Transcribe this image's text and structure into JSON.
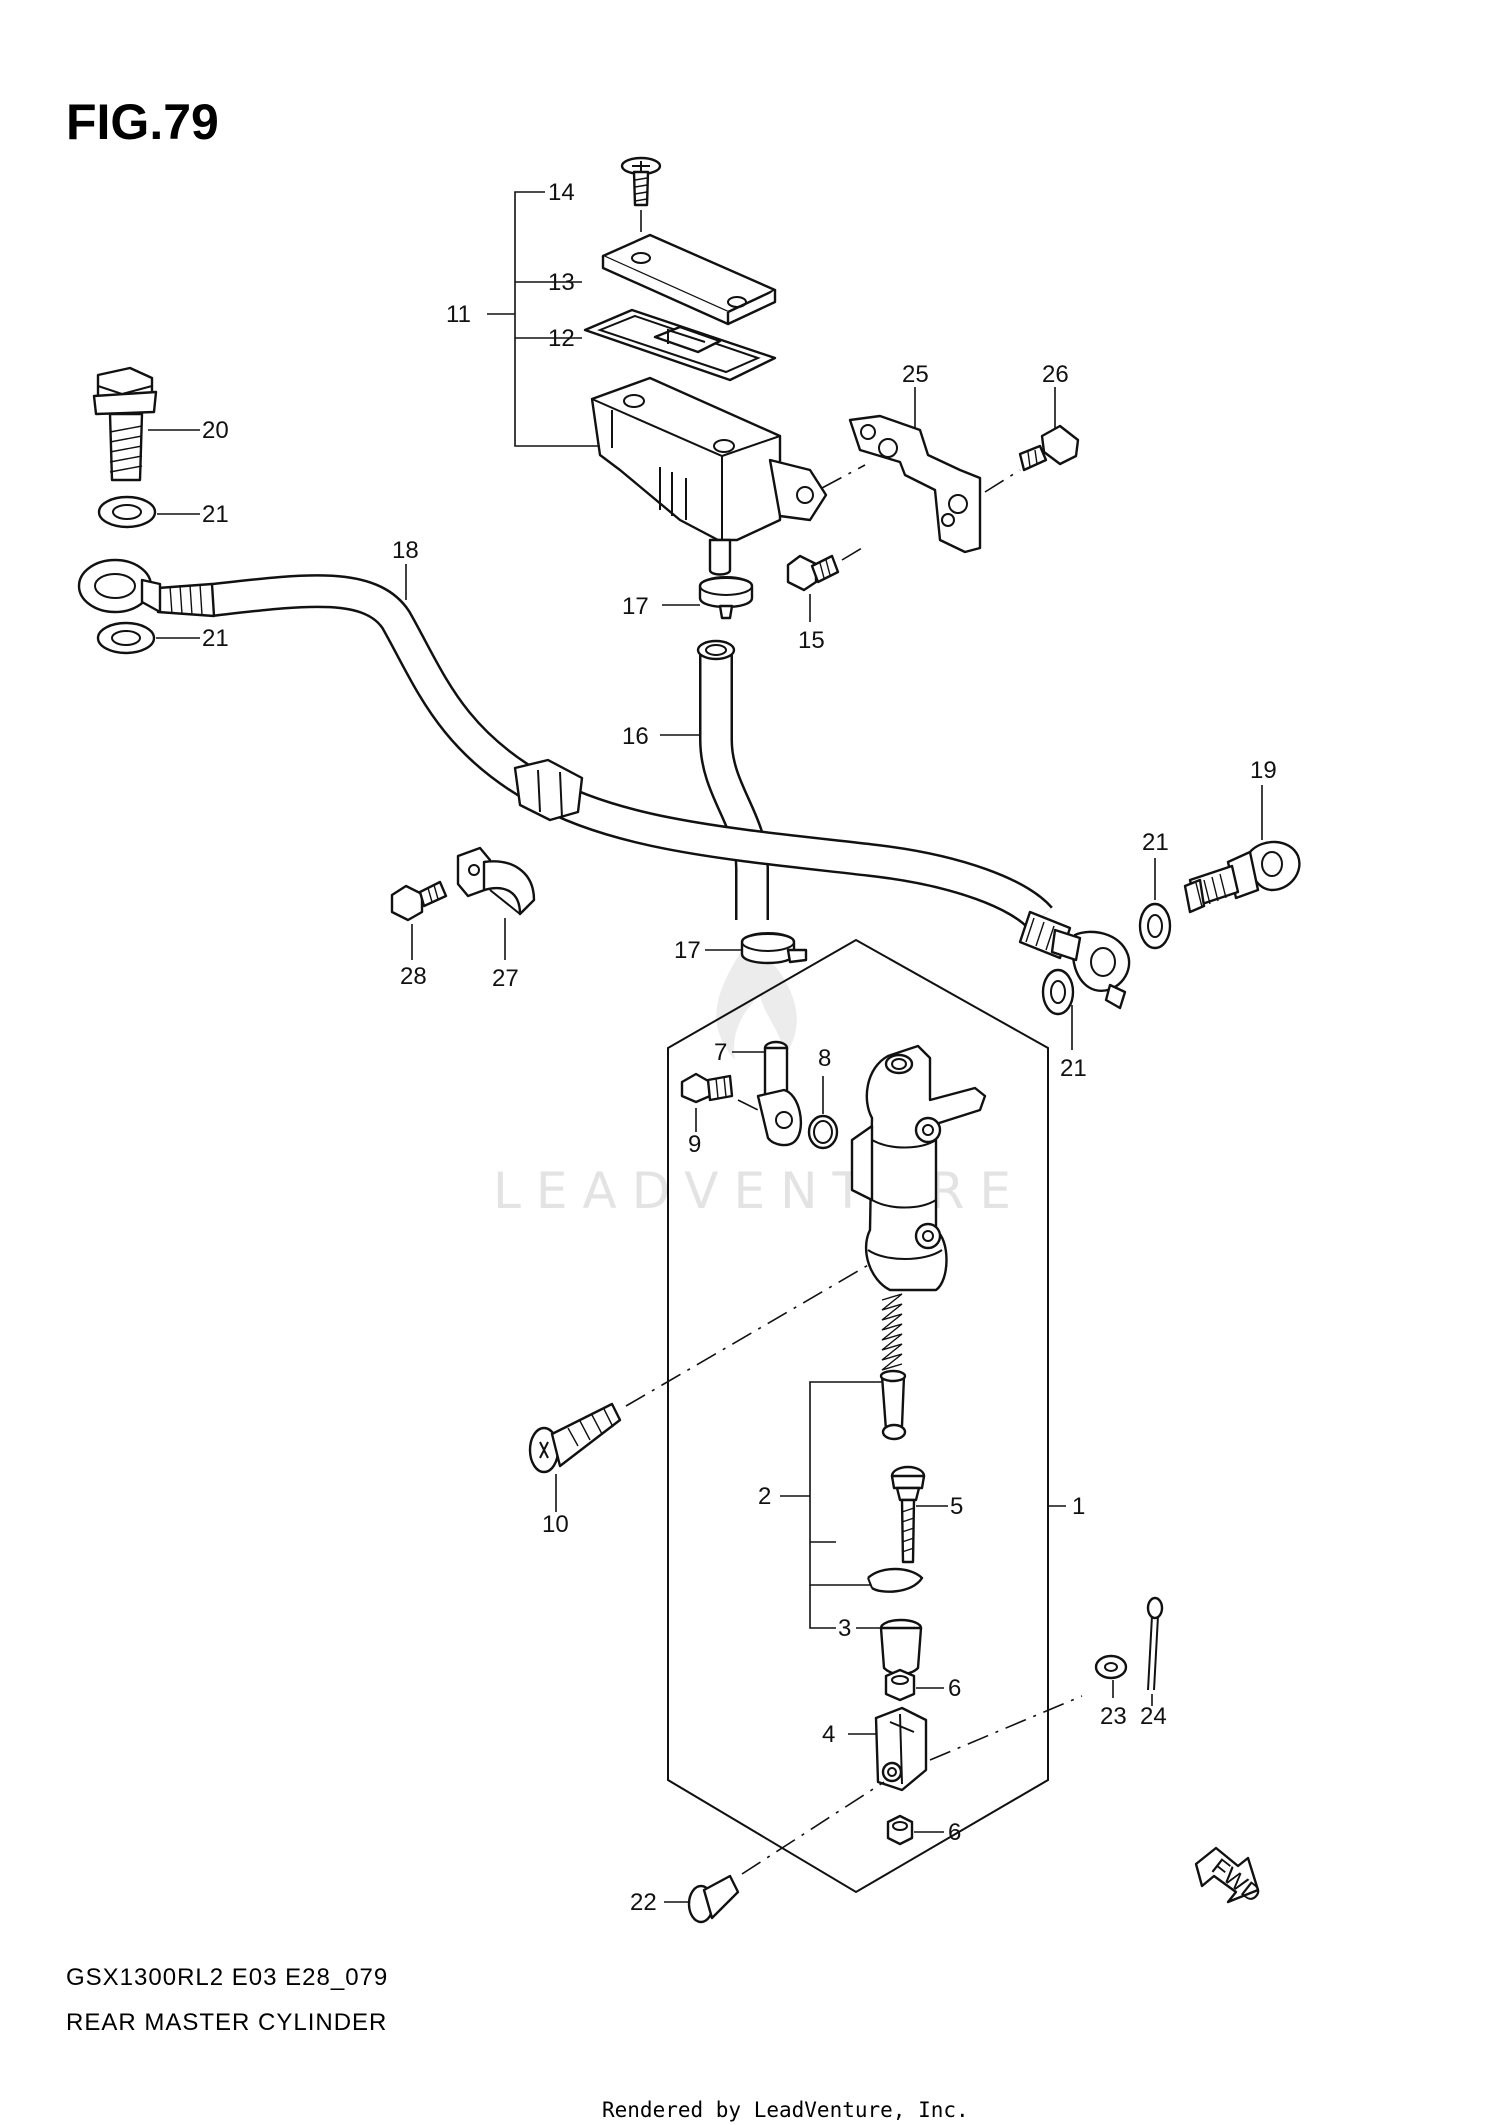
{
  "figure": {
    "title": "FIG.79",
    "model_code": "GSX1300RL2 E03 E28_079",
    "section_name": "REAR MASTER CYLINDER",
    "footer": "Rendered by LeadVenture, Inc.",
    "watermark": "LEADVENTURE",
    "fwd_label": "FWD"
  },
  "callouts": {
    "c1": "1",
    "c2": "2",
    "c3": "3",
    "c4": "4",
    "c5": "5",
    "c6a": "6",
    "c6b": "6",
    "c7": "7",
    "c8": "8",
    "c9": "9",
    "c10": "10",
    "c11": "11",
    "c12": "12",
    "c13": "13",
    "c14": "14",
    "c15": "15",
    "c16": "16",
    "c17a": "17",
    "c17b": "17",
    "c18": "18",
    "c19": "19",
    "c20": "20",
    "c21a": "21",
    "c21b": "21",
    "c21c": "21",
    "c21d": "21",
    "c22": "22",
    "c23": "23",
    "c24": "24",
    "c25": "25",
    "c26": "26",
    "c27": "27",
    "c28": "28"
  }
}
